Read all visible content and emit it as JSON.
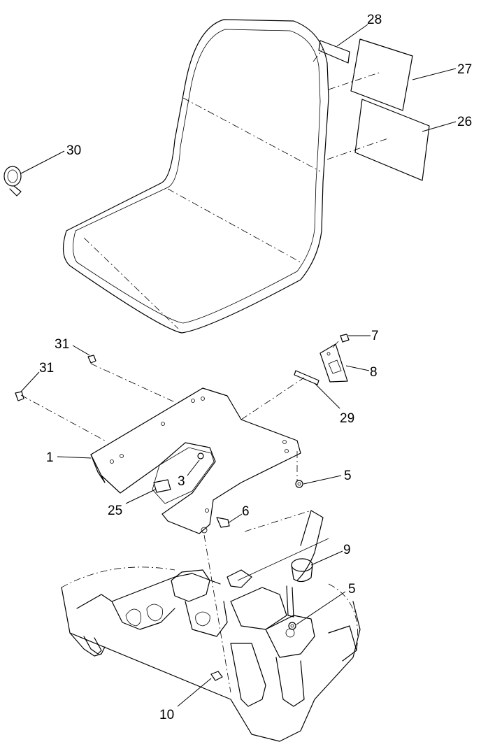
{
  "callouts": [
    {
      "id": "28",
      "label": "28"
    },
    {
      "id": "27",
      "label": "27"
    },
    {
      "id": "26",
      "label": "26"
    },
    {
      "id": "30",
      "label": "30"
    },
    {
      "id": "31a",
      "label": "31"
    },
    {
      "id": "31b",
      "label": "31"
    },
    {
      "id": "7",
      "label": "7"
    },
    {
      "id": "8",
      "label": "8"
    },
    {
      "id": "29",
      "label": "29"
    },
    {
      "id": "1",
      "label": "1"
    },
    {
      "id": "3",
      "label": "3"
    },
    {
      "id": "5a",
      "label": "5"
    },
    {
      "id": "25",
      "label": "25"
    },
    {
      "id": "6",
      "label": "6"
    },
    {
      "id": "9",
      "label": "9"
    },
    {
      "id": "5b",
      "label": "5"
    },
    {
      "id": "10",
      "label": "10"
    }
  ]
}
